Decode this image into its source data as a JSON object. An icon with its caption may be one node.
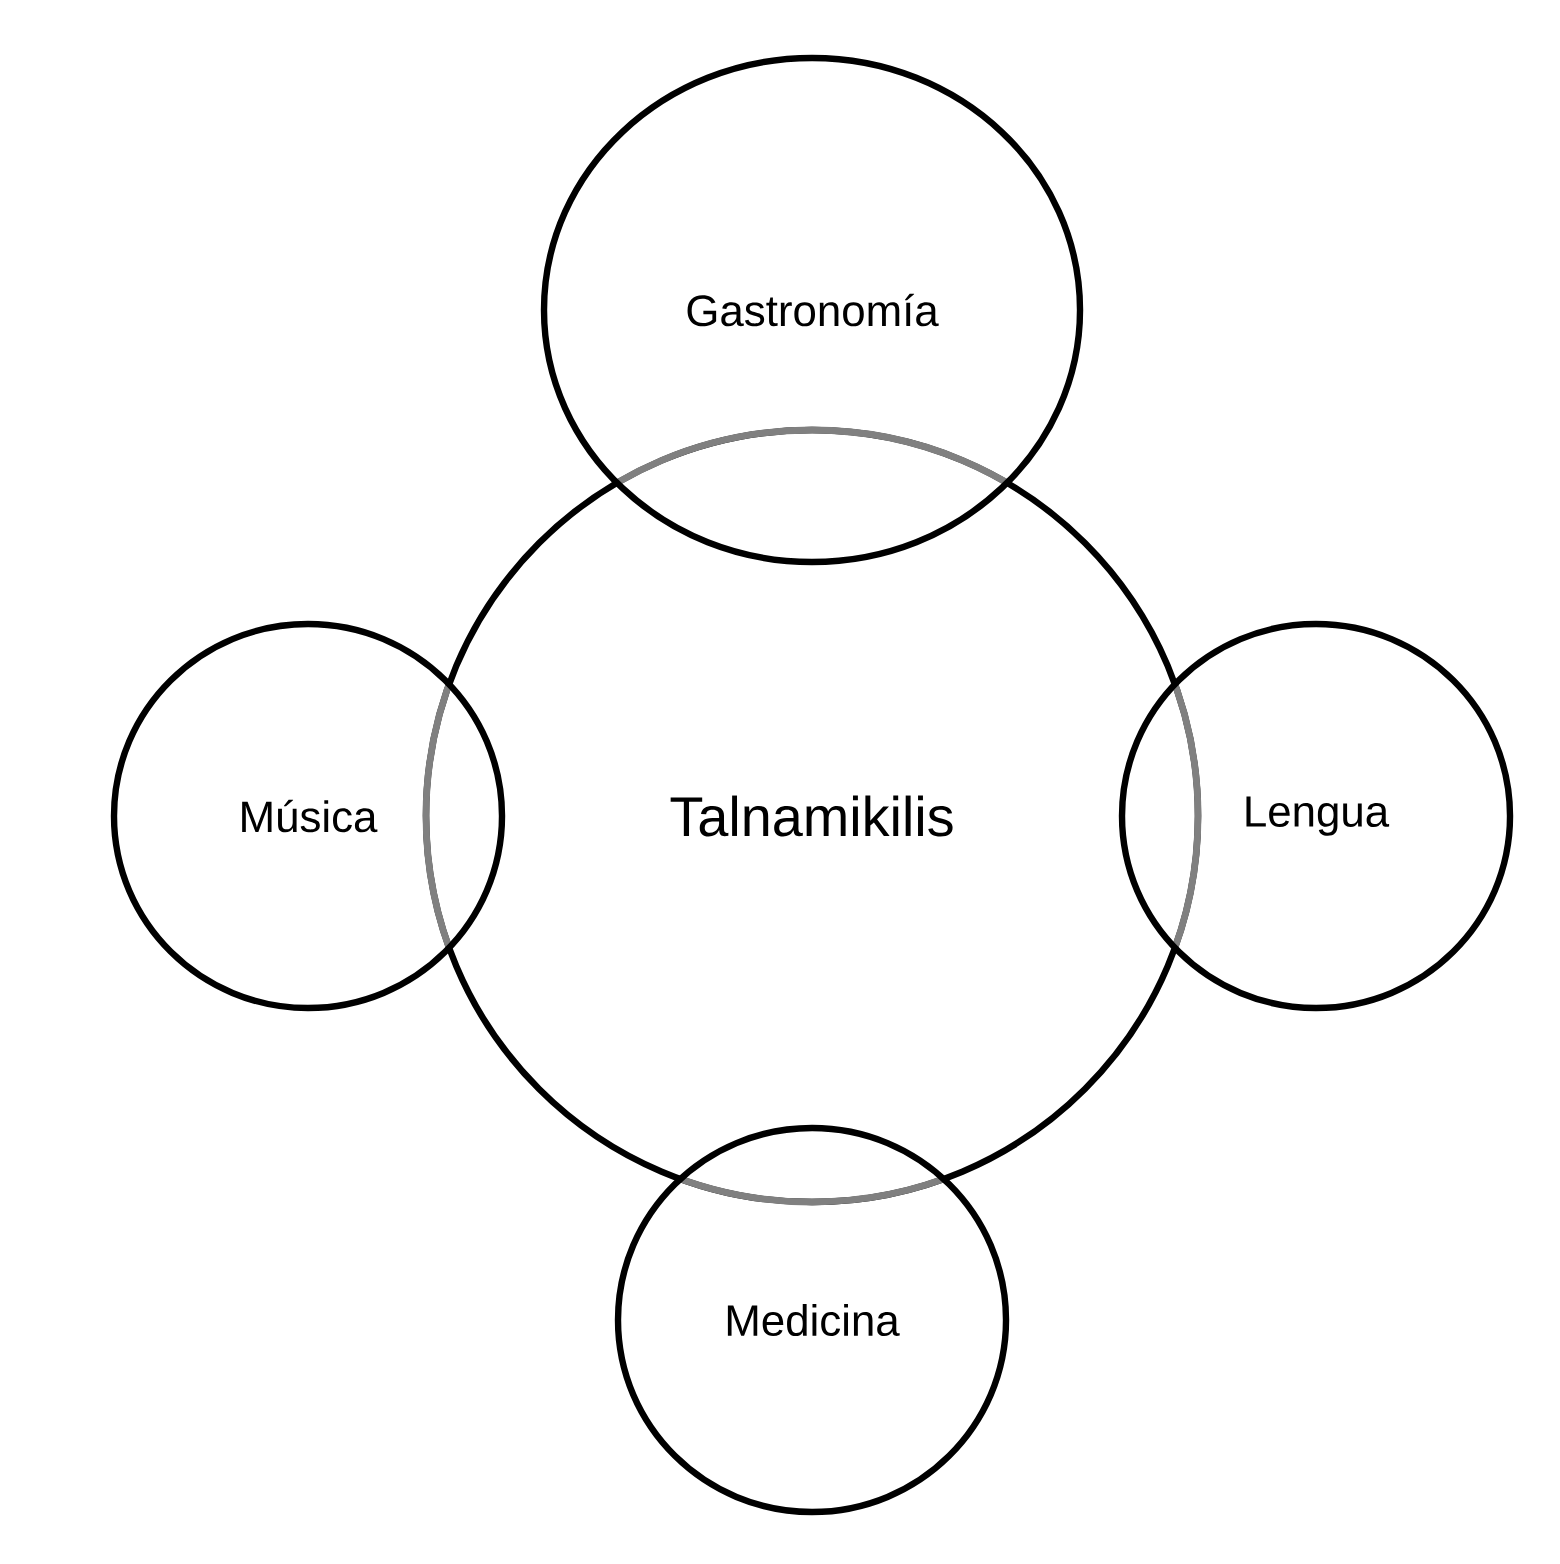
{
  "diagram": {
    "nodes": [
      {
        "text": [
          "Gastronomía"
        ]
      },
      {
        "text": [
          "Música"
        ]
      },
      {
        "text": [
          "Talnamikilis"
        ]
      },
      {
        "text": [
          "Lengua"
        ]
      },
      {
        "text": [
          "Medicina"
        ]
      }
    ]
  }
}
